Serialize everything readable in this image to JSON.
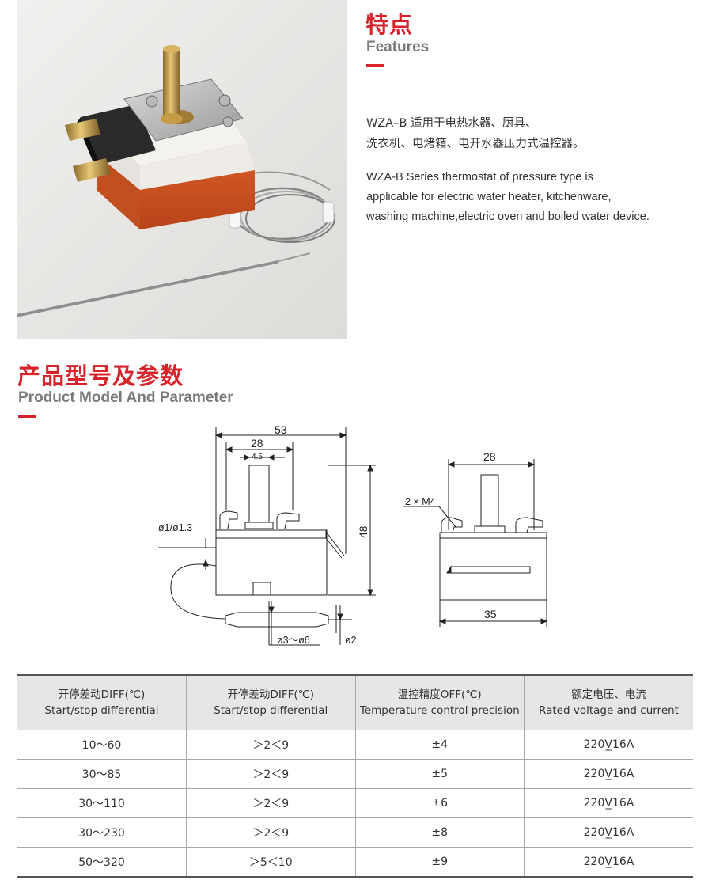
{
  "features": {
    "title_cn": "特点",
    "title_en": "Features",
    "desc_cn_line1": "WZA–B 适用于电热水器、厨具、",
    "desc_cn_line2": "洗衣机、电烤箱、电开水器压力式温控器。",
    "desc_en_line1": "WZA-B Series thermostat of pressure type is",
    "desc_en_line2": "applicable for electric water heater, kitchenware,",
    "desc_en_line3": "washing machine,electric oven and boiled water device."
  },
  "params": {
    "title_cn": "产品型号及参数",
    "title_en": "Product Model And Parameter"
  },
  "drawing": {
    "dim_53": "53",
    "dim_28_front": "28",
    "dim_4_5": "4.5",
    "dim_48": "48",
    "dim_wire": "ø1/ø1.3",
    "dim_bulb": "ø3～ø6",
    "dim_tube": "ø2",
    "dim_28_side": "28",
    "dim_m4": "2 × M4",
    "dim_35": "35"
  },
  "table": {
    "headers": [
      {
        "cn": "开停差动DIFF(℃)",
        "en": "Start/stop differential"
      },
      {
        "cn": "开停差动DIFF(℃)",
        "en": "Start/stop differential"
      },
      {
        "cn": "温控精度OFF(℃)",
        "en": "Temperature control precision"
      },
      {
        "cn": "额定电压、电流",
        "en": "Rated voltage and current"
      }
    ],
    "rows": [
      [
        "10～60",
        "＞2＜9",
        "±4",
        "220V̲16A"
      ],
      [
        "30～85",
        "＞2＜9",
        "±5",
        "220V̲16A"
      ],
      [
        "30～110",
        "＞2＜9",
        "±6",
        "220V̲16A"
      ],
      [
        "30～230",
        "＞2＜9",
        "±8",
        "220V̲16A"
      ],
      [
        "50～320",
        "＞5＜10",
        "±9",
        "220V̲16A"
      ]
    ]
  },
  "colors": {
    "accent": "#d8232a",
    "photo_background": "#e9e8e6",
    "header_background": "#e6e6e6"
  }
}
